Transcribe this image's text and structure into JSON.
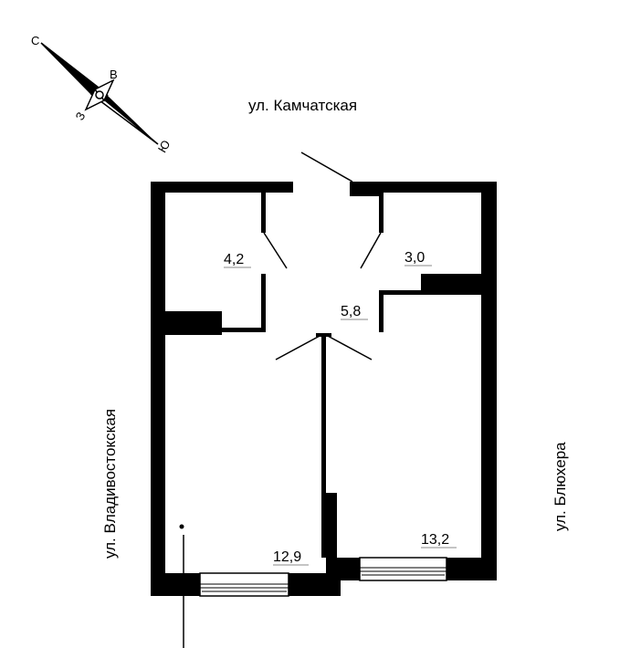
{
  "streets": {
    "top": "ул. Камчатская",
    "left": "ул. Владивостокская",
    "right": "ул. Блюхера"
  },
  "compass": {
    "north": "С",
    "east": "В",
    "south": "Ю",
    "west": "З"
  },
  "rooms": [
    {
      "id": "storage",
      "area": "4,2"
    },
    {
      "id": "bathroom",
      "area": "3,0"
    },
    {
      "id": "hall",
      "area": "5,8"
    },
    {
      "id": "room-left",
      "area": "12,9"
    },
    {
      "id": "room-right",
      "area": "13,2"
    }
  ],
  "colors": {
    "walls": "#000000",
    "background": "#ffffff"
  }
}
